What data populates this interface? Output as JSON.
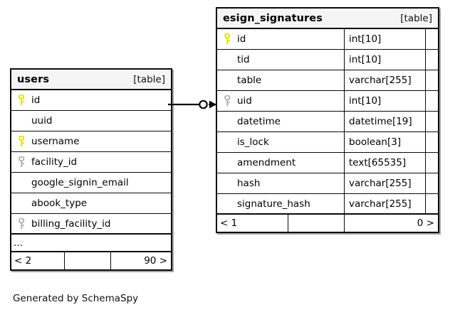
{
  "diagram": {
    "type": "entity-relationship-diagram",
    "generator_caption": "Generated by SchemaSpy",
    "background": "#ffffff",
    "pk_icon_color": "#e8e000",
    "fk_icon_color": "#b3b3b3",
    "border_color": "#0a0a0a",
    "header_background": "#f5f5f5"
  },
  "tables": [
    {
      "name": "users",
      "tag": "[table]",
      "columns": [
        {
          "name": "id",
          "key": "primary",
          "type": ""
        },
        {
          "name": "uuid",
          "key": "none",
          "type": ""
        },
        {
          "name": "username",
          "key": "primary",
          "type": ""
        },
        {
          "name": "facility_id",
          "key": "foreign",
          "type": ""
        },
        {
          "name": "google_signin_email",
          "key": "none",
          "type": ""
        },
        {
          "name": "abook_type",
          "key": "none",
          "type": ""
        },
        {
          "name": "billing_facility_id",
          "key": "foreign",
          "type": ""
        }
      ],
      "truncated_indicator": "...",
      "footer": {
        "left": "< 2",
        "middle": "",
        "right": "90 >"
      }
    },
    {
      "name": "esign_signatures",
      "tag": "[table]",
      "columns": [
        {
          "name": "id",
          "key": "primary",
          "type": "int[10]"
        },
        {
          "name": "tid",
          "key": "none",
          "type": "int[10]"
        },
        {
          "name": "table",
          "key": "none",
          "type": "varchar[255]"
        },
        {
          "name": "uid",
          "key": "foreign",
          "type": "int[10]"
        },
        {
          "name": "datetime",
          "key": "none",
          "type": "datetime[19]"
        },
        {
          "name": "is_lock",
          "key": "none",
          "type": "boolean[3]"
        },
        {
          "name": "amendment",
          "key": "none",
          "type": "text[65535]"
        },
        {
          "name": "hash",
          "key": "none",
          "type": "varchar[255]"
        },
        {
          "name": "signature_hash",
          "key": "none",
          "type": "varchar[255]"
        }
      ],
      "truncated_indicator": "",
      "footer": {
        "left": "< 1",
        "middle": "",
        "right": "0 >"
      }
    }
  ],
  "relationship": {
    "from_table": "users",
    "from_column": "id",
    "to_table": "esign_signatures",
    "to_column": "uid",
    "from_cardinality": "zero-or-one",
    "to_cardinality": "many"
  }
}
